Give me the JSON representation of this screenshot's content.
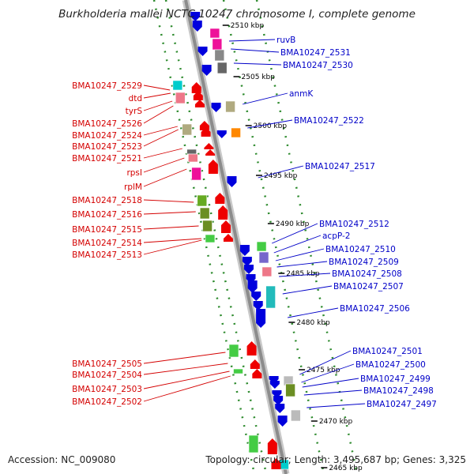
{
  "title": "Burkholderia mallei NCTC 10247 chromosome I, complete genome",
  "accession": "Accession: NC_009080",
  "summary": "Topology: circular; Length: 3,495,687 bp; Genes: 3,325",
  "colors": {
    "backbone": "#8c8c8c",
    "tick_ring": "#2e8b2e",
    "left_labels": "#d40000",
    "right_labels": "#0000c8",
    "tick_labels": "#000000"
  },
  "scale_ticks": [
    "2510 kbp",
    "2505 kbp",
    "2500 kbp",
    "2495 kbp",
    "2490 kbp",
    "2485 kbp",
    "2480 kbp",
    "2475 kbp",
    "2470 kbp",
    "2465 kbp"
  ],
  "left_genes": [
    "BMA10247_2529",
    "dtd",
    "tyrS",
    "BMA10247_2526",
    "BMA10247_2524",
    "BMA10247_2523",
    "BMA10247_2521",
    "rpsI",
    "rplM",
    "BMA10247_2518",
    "BMA10247_2516",
    "BMA10247_2515",
    "BMA10247_2514",
    "BMA10247_2513",
    "BMA10247_2505",
    "BMA10247_2504",
    "BMA10247_2503",
    "BMA10247_2502"
  ],
  "right_genes": [
    "ruvB",
    "BMA10247_2531",
    "BMA10247_2530",
    "anmK",
    "BMA10247_2522",
    "BMA10247_2517",
    "BMA10247_2512",
    "acpP-2",
    "BMA10247_2510",
    "BMA10247_2509",
    "BMA10247_2508",
    "BMA10247_2507",
    "BMA10247_2506",
    "BMA10247_2501",
    "BMA10247_2500",
    "BMA10247_2499",
    "BMA10247_2498",
    "BMA10247_2497"
  ]
}
